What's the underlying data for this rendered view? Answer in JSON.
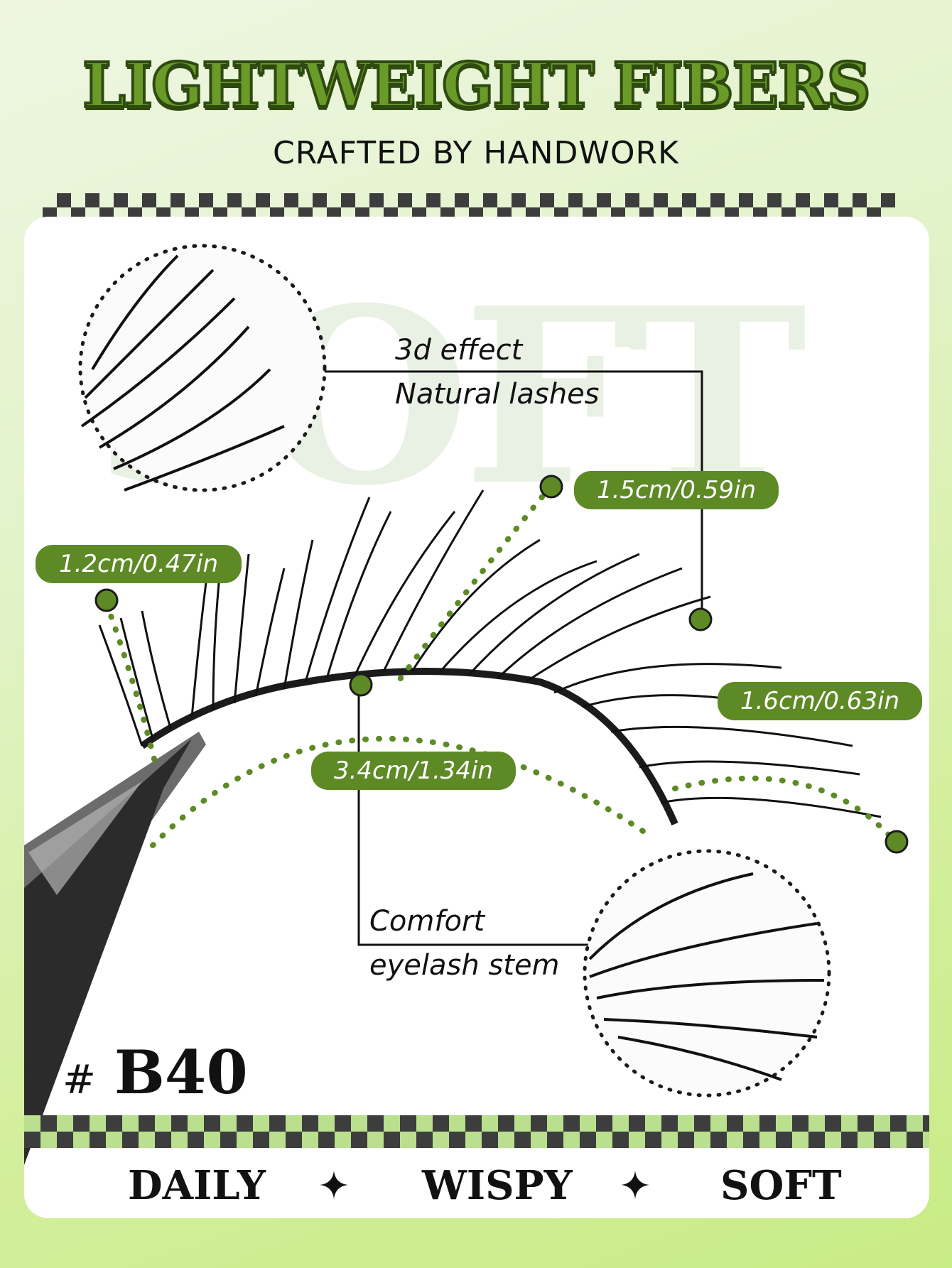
{
  "header": {
    "title": "LIGHTWEIGHT FIBERS",
    "subtitle": "CRAFTED BY HANDWORK"
  },
  "watermark": "SOFT",
  "notes": {
    "top_line1": "3d effect",
    "top_line2": "Natural lashes",
    "bottom_line1": "Comfort",
    "bottom_line2": "eyelash stem"
  },
  "measurements": {
    "left": "1.2cm/0.47in",
    "middle": "1.5cm/0.59in",
    "right": "1.6cm/0.63in",
    "width": "3.4cm/1.34in"
  },
  "product_code": {
    "hash": "#",
    "code": "B40"
  },
  "tags": [
    "DAILY",
    "WISPY",
    "SOFT"
  ],
  "colors": {
    "accent_green": "#5e8a26",
    "dark_green": "#2e4a10",
    "checker_dark": "#3d3d3d",
    "checker_light": "#b9df8f"
  }
}
